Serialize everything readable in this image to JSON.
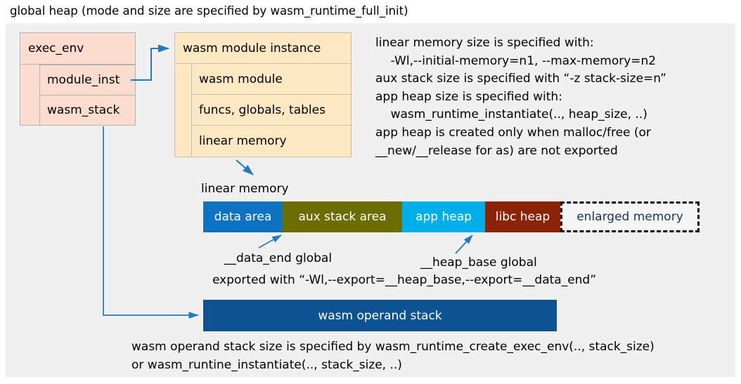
{
  "title": "global heap (mode and size are specified by wasm_runtime_full_init)",
  "colors": {
    "panel_bg": "#f0f0f0",
    "exec_env_fill": "#fbdcce",
    "module_instance_fill": "#fce8c3",
    "arrow": "#1f7bc1",
    "data_area": "#0d72c2",
    "aux_stack_area": "#6b6d00",
    "app_heap": "#00aee8",
    "libc_heap": "#8b2308",
    "enlarged_memory_text": "#14375f",
    "operand_stack": "#0d5291"
  },
  "exec_env": {
    "header": "exec_env",
    "rows": [
      {
        "label": "module_inst"
      },
      {
        "label": "wasm_stack"
      }
    ]
  },
  "module_instance": {
    "header": "wasm module instance",
    "rows": [
      {
        "label": "wasm module"
      },
      {
        "label": "funcs, globals, tables"
      },
      {
        "label": "linear memory"
      }
    ]
  },
  "notes": {
    "right": "linear memory size is specified with:\n    -Wl,--initial-memory=n1, --max-memory=n2\naux stack size is specified with “-z stack-size=n”\napp heap size is specified with:\n    wasm_runtime_instantiate(.., heap_size, ..)\napp heap is created only when malloc/free (or\n__new/__release for as) are not exported",
    "bottom": "wasm operand stack size is specified by wasm_runtime_create_exec_env(.., stack_size)\nor wasm_runtine_instantiate(.., stack_size, ..)"
  },
  "linear_memory": {
    "label": "linear memory",
    "segments": [
      {
        "label": "data area",
        "color": "#0d72c2"
      },
      {
        "label": "aux stack area",
        "color": "#6b6d00"
      },
      {
        "label": "app heap",
        "color": "#00aee8"
      },
      {
        "label": "libc heap",
        "color": "#8b2308"
      },
      {
        "label": "enlarged memory",
        "color": "#f5f5f5"
      }
    ]
  },
  "annotations": {
    "data_end": "__data_end global",
    "heap_base": "__heap_base global",
    "export_line": "exported with “-Wl,--export=__heap_base,--export=__data_end”"
  },
  "operand_stack": {
    "label": "wasm operand stack"
  }
}
